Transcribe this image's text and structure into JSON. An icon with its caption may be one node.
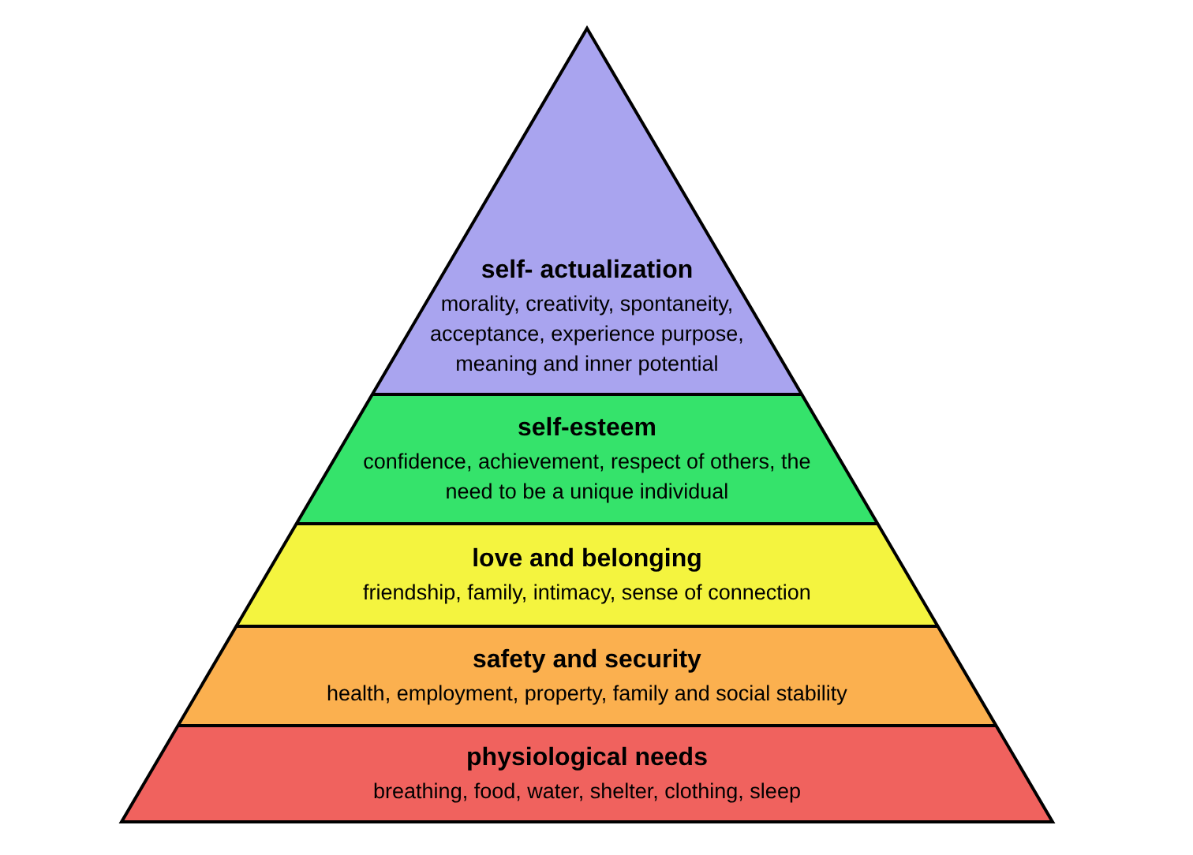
{
  "diagram": {
    "nodes": [
      {
        "text": [
          "self- actualization",
          "morality, creativity, spontaneity, acceptance, experience purpose, meaning and inner potential"
        ]
      },
      {
        "text": [
          "self-esteem",
          "confidence, achievement, respect of others, the need to be a unique individual"
        ]
      },
      {
        "text": [
          "love and belonging",
          "friendship, family, intimacy, sense of connection"
        ]
      },
      {
        "text": [
          "safety and security",
          "health, employment, property, family and social stability"
        ]
      },
      {
        "text": [
          "physiological needs",
          "breathing, food, water, shelter, clothing, sleep"
        ]
      }
    ]
  }
}
